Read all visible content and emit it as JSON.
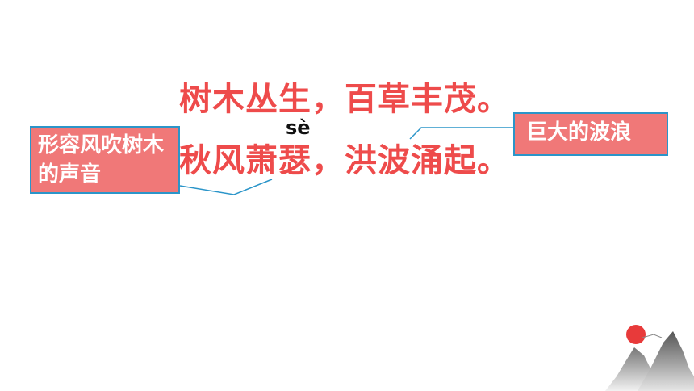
{
  "lines": {
    "line1": "树木丛生，百草丰茂。",
    "line2": "秋风萧瑟，洪波涌起。"
  },
  "annotations": {
    "pinyin": "sè",
    "left_note": "形容风吹树木的声音",
    "right_note": "巨大的波浪"
  },
  "colors": {
    "poem_text": "#ee4b4b",
    "note_fill": "#f07878",
    "note_border": "#2b95c9",
    "connector": "#2b95c9"
  },
  "decoration": {
    "icon": "mountain-sun-icon"
  }
}
